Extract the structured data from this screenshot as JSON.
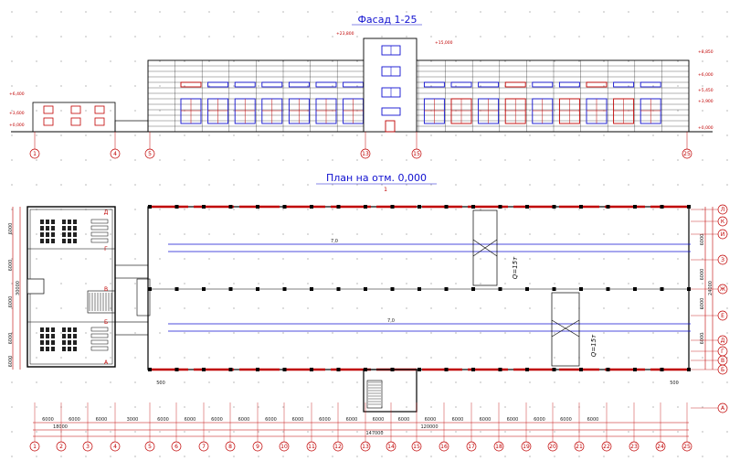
{
  "facade": {
    "title": "Фасад 1-25",
    "bottom_axes": [
      "1",
      "4",
      "5",
      "13",
      "15",
      "25"
    ],
    "levels_left": [
      "+6,400",
      "+3,600",
      "+0,000"
    ],
    "levels_right": [
      "+8,850",
      "+6,000",
      "+5,450",
      "+3,900",
      "+0,000"
    ],
    "level_top": "+23,800",
    "level_tower": "+15,000"
  },
  "plan": {
    "title": "План на отм. 0,000",
    "section_mark": "1",
    "crane_labels": [
      "Q=15т",
      "Q=15т"
    ],
    "crane_track_labels": [
      "7,0",
      "7,0"
    ],
    "bottom_axes": [
      "1",
      "2",
      "3",
      "4",
      "5",
      "6",
      "7",
      "8",
      "9",
      "10",
      "11",
      "12",
      "13",
      "14",
      "15",
      "16",
      "17",
      "18",
      "19",
      "20",
      "21",
      "22",
      "23",
      "24",
      "25"
    ],
    "right_axes": [
      "Л",
      "К",
      "И",
      "З",
      "Ж",
      "Е",
      "Д",
      "Г",
      "В",
      "Б",
      "А"
    ],
    "left_axes": [
      "Д",
      "Г",
      "В",
      "Б",
      "А"
    ],
    "dims_bottom_row1": [
      "6000",
      "6000",
      "6000",
      "3000",
      "6000",
      "6000",
      "6000",
      "6000",
      "6000",
      "6000",
      "6000",
      "6000",
      "6000",
      "6000",
      "6000",
      "6000",
      "6000",
      "6000",
      "6000",
      "6000",
      "6000"
    ],
    "dims_bottom_row2": [
      "18000",
      "120000"
    ],
    "dims_bottom_total": "147000",
    "dims_left": [
      "6000",
      "6000",
      "6000",
      "6000",
      "6000"
    ],
    "dims_left_total": "30000",
    "dims_right": [
      "6000",
      "6000",
      "6000",
      "6000"
    ],
    "dims_right_total": "24000",
    "dim_small": [
      "500",
      "500"
    ]
  }
}
